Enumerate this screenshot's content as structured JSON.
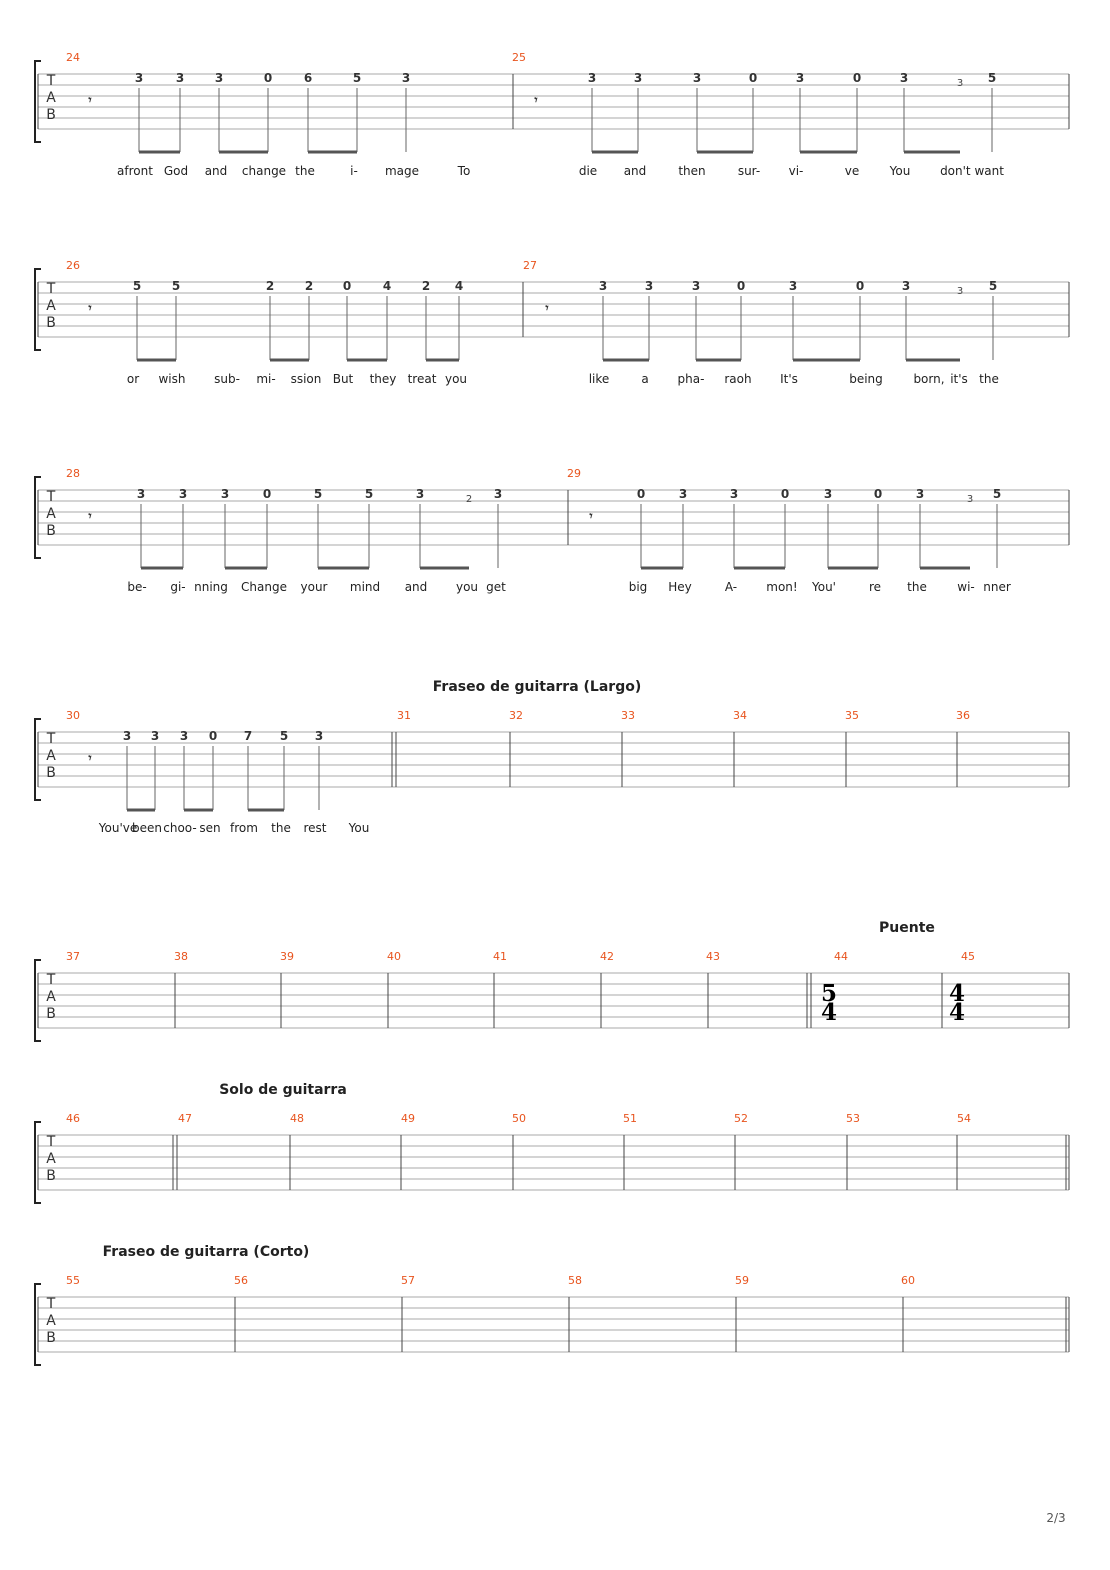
{
  "page_number": "2/3",
  "tab_label": [
    "T",
    "A",
    "B"
  ],
  "systems": [
    {
      "id": "s1",
      "measures": [
        {
          "number": "24",
          "notes": [
            {
              "fret": "3"
            },
            {
              "fret": "3"
            },
            {
              "fret": "3"
            },
            {
              "fret": "0"
            },
            {
              "fret": "6"
            },
            {
              "fret": "5"
            },
            {
              "fret": "3"
            }
          ]
        },
        {
          "number": "25",
          "notes": [
            {
              "fret": "3"
            },
            {
              "fret": "3"
            },
            {
              "fret": "3"
            },
            {
              "fret": "0"
            },
            {
              "fret": "3"
            },
            {
              "fret": "0"
            },
            {
              "fret": "3"
            },
            {
              "fret": "3",
              "grace": true
            },
            {
              "fret": "5"
            }
          ]
        }
      ],
      "lyrics": [
        "afront",
        "God",
        "and",
        "change",
        "the",
        "i-",
        "mage",
        "To",
        "die",
        "and",
        "then",
        "sur-",
        "vi-",
        "ve",
        "You",
        "don't want"
      ]
    },
    {
      "id": "s2",
      "measures": [
        {
          "number": "26",
          "notes": [
            {
              "fret": "5"
            },
            {
              "fret": "5"
            },
            {
              "fret": "2"
            },
            {
              "fret": "2"
            },
            {
              "fret": "0"
            },
            {
              "fret": "4"
            },
            {
              "fret": "2"
            },
            {
              "fret": "4"
            }
          ]
        },
        {
          "number": "27",
          "notes": [
            {
              "fret": "3"
            },
            {
              "fret": "3"
            },
            {
              "fret": "3"
            },
            {
              "fret": "0"
            },
            {
              "fret": "3"
            },
            {
              "fret": "0"
            },
            {
              "fret": "3"
            },
            {
              "fret": "3",
              "grace": true
            },
            {
              "fret": "5"
            }
          ]
        }
      ],
      "lyrics": [
        "or",
        "wish",
        "sub-",
        "mi-",
        "ssion",
        "But",
        "they",
        "treat",
        "you",
        "like",
        "a",
        "pha-",
        "raoh",
        "It's",
        "being",
        "born,",
        "it's",
        "the"
      ]
    },
    {
      "id": "s3",
      "measures": [
        {
          "number": "28",
          "notes": [
            {
              "fret": "3"
            },
            {
              "fret": "3"
            },
            {
              "fret": "3"
            },
            {
              "fret": "0"
            },
            {
              "fret": "5"
            },
            {
              "fret": "5"
            },
            {
              "fret": "3"
            },
            {
              "fret": "2",
              "grace": true
            },
            {
              "fret": "3"
            }
          ]
        },
        {
          "number": "29",
          "notes": [
            {
              "fret": "0"
            },
            {
              "fret": "3"
            },
            {
              "fret": "3"
            },
            {
              "fret": "0"
            },
            {
              "fret": "3"
            },
            {
              "fret": "0"
            },
            {
              "fret": "3"
            },
            {
              "fret": "3",
              "grace": true
            },
            {
              "fret": "5"
            }
          ]
        }
      ],
      "lyrics": [
        "be-",
        "gi-",
        "nning",
        "Change",
        "your",
        "mind",
        "and",
        "you",
        "get",
        "big",
        "Hey",
        "A-",
        "mon!",
        "You'",
        "re",
        "the",
        "wi-",
        "nner"
      ]
    },
    {
      "id": "s4",
      "section": "Fraseo de guitarra (Largo)",
      "measures": [
        {
          "number": "30",
          "notes": [
            {
              "fret": "3"
            },
            {
              "fret": "3"
            },
            {
              "fret": "3"
            },
            {
              "fret": "0"
            },
            {
              "fret": "7"
            },
            {
              "fret": "5"
            },
            {
              "fret": "3"
            }
          ]
        },
        {
          "number": "31"
        },
        {
          "number": "32"
        },
        {
          "number": "33"
        },
        {
          "number": "34"
        },
        {
          "number": "35"
        },
        {
          "number": "36"
        }
      ],
      "lyrics": [
        "You've",
        "been",
        "choo-",
        "sen",
        "from",
        "the",
        "rest",
        "You"
      ]
    },
    {
      "id": "s5",
      "section": "Puente",
      "measures": [
        {
          "number": "37"
        },
        {
          "number": "38"
        },
        {
          "number": "39"
        },
        {
          "number": "40"
        },
        {
          "number": "41"
        },
        {
          "number": "42"
        },
        {
          "number": "43"
        },
        {
          "number": "44",
          "time_signature": [
            "5",
            "4"
          ]
        },
        {
          "number": "45",
          "time_signature": [
            "4",
            "4"
          ]
        }
      ]
    },
    {
      "id": "s6",
      "section": "Solo de guitarra",
      "measures": [
        {
          "number": "46"
        },
        {
          "number": "47"
        },
        {
          "number": "48"
        },
        {
          "number": "49"
        },
        {
          "number": "50"
        },
        {
          "number": "51"
        },
        {
          "number": "52"
        },
        {
          "number": "53"
        },
        {
          "number": "54"
        }
      ]
    },
    {
      "id": "s7",
      "section": "Fraseo de guitarra (Corto)",
      "measures": [
        {
          "number": "55"
        },
        {
          "number": "56"
        },
        {
          "number": "57"
        },
        {
          "number": "58"
        },
        {
          "number": "59"
        },
        {
          "number": "60"
        }
      ]
    }
  ]
}
